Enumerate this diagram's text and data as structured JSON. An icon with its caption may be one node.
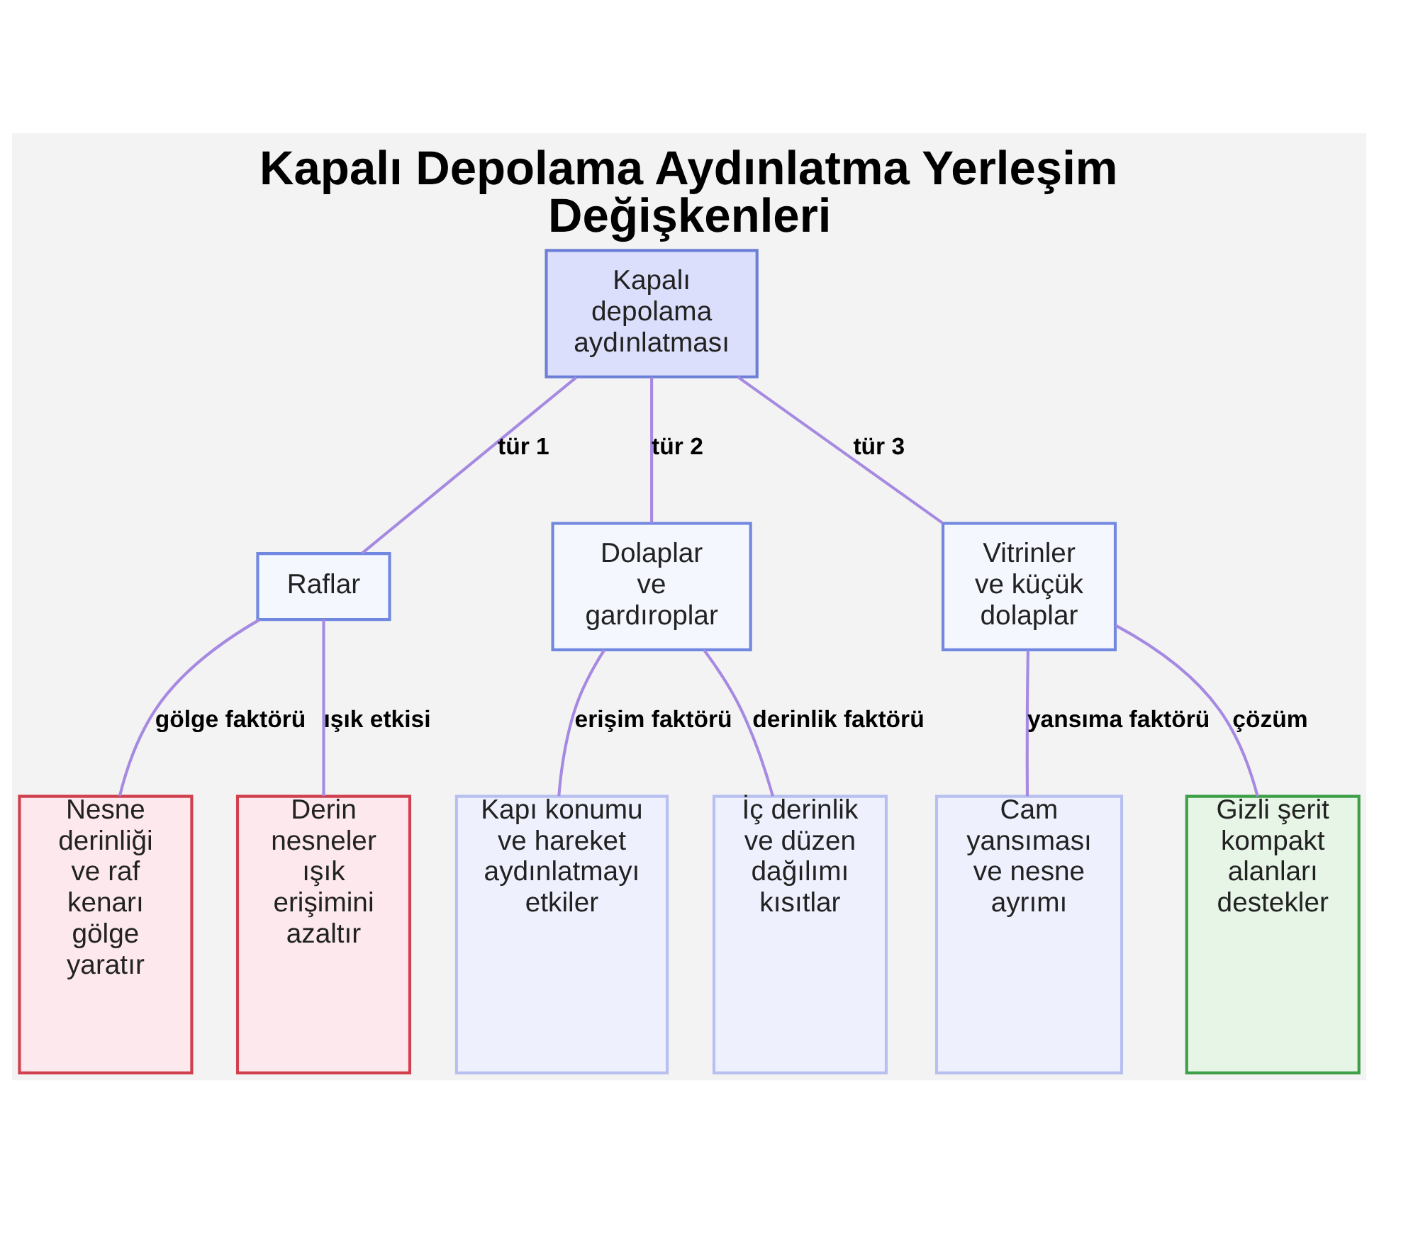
{
  "diagram": {
    "title": "Kapalı Depolama Aydınlatma Yerleşim Değişkenleri",
    "nodes": [
      {
        "text": [
          "Kapalı depolama aydınlatması"
        ]
      },
      {
        "text": [
          "Raflar"
        ]
      },
      {
        "text": [
          "Dolaplar ve gardıroplar"
        ]
      },
      {
        "text": [
          "Vitrinler ve küçük dolaplar"
        ]
      },
      {
        "text": [
          "Nesne derinliği ve raf kenarı gölge yaratır"
        ]
      },
      {
        "text": [
          "Derin nesneler ışık erişimini azaltır"
        ]
      },
      {
        "text": [
          "Kapı konumu ve hareket aydınlatmayı etkiler"
        ]
      },
      {
        "text": [
          "İç derinlik ve düzen dağılımı kısıtlar"
        ]
      },
      {
        "text": [
          "Cam yansıması ve nesne ayrımı"
        ]
      },
      {
        "text": [
          "Gizli şerit kompakt alanları destekler"
        ]
      }
    ],
    "edges": [
      {
        "from": 0,
        "to": 1,
        "arrow": "none",
        "label": "tür 1"
      },
      {
        "from": 0,
        "to": 2,
        "arrow": "none",
        "label": "tür 2"
      },
      {
        "from": 0,
        "to": 3,
        "arrow": "none",
        "label": "tür 3"
      },
      {
        "from": 1,
        "to": 4,
        "arrow": "none",
        "label": "gölge faktörü"
      },
      {
        "from": 1,
        "to": 5,
        "arrow": "none",
        "label": "ışık etkisi"
      },
      {
        "from": 2,
        "to": 6,
        "arrow": "none",
        "label": "erişim faktörü"
      },
      {
        "from": 2,
        "to": 7,
        "arrow": "none",
        "label": "derinlik faktörü"
      },
      {
        "from": 3,
        "to": 8,
        "arrow": "none",
        "label": "yansıma faktörü"
      },
      {
        "from": 3,
        "to": 9,
        "arrow": "none",
        "label": "çözüm"
      }
    ]
  }
}
